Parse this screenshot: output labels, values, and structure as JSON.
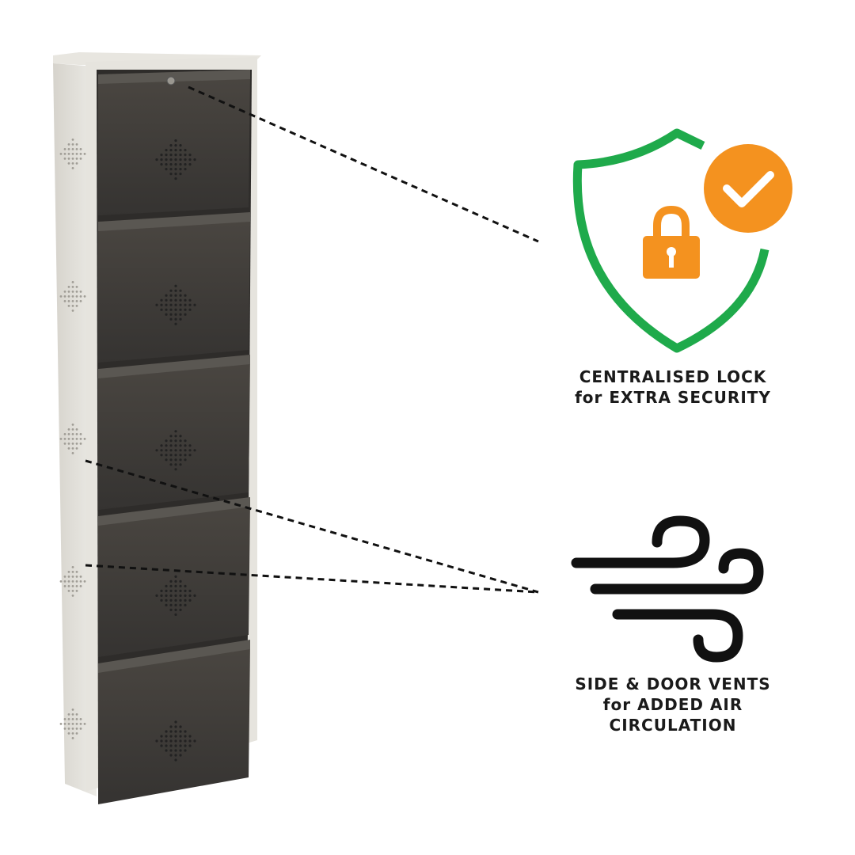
{
  "features": {
    "lock": {
      "line1": "CENTRALISED LOCK",
      "line2": "for EXTRA SECURITY",
      "icon": "shield-lock-check-icon"
    },
    "vents": {
      "line1": "SIDE & DOOR VENTS",
      "line2": "for ADDED AIR",
      "line3": "CIRCULATION",
      "icon": "wind-icon"
    }
  },
  "product": {
    "drawer_count": 5,
    "frame_color": "#e4e1da",
    "door_color": "#3a3835"
  },
  "colors": {
    "shield_green": "#1faa4b",
    "accent_orange": "#f4921f",
    "text": "#1a1a1a",
    "callout_line": "#111111"
  }
}
